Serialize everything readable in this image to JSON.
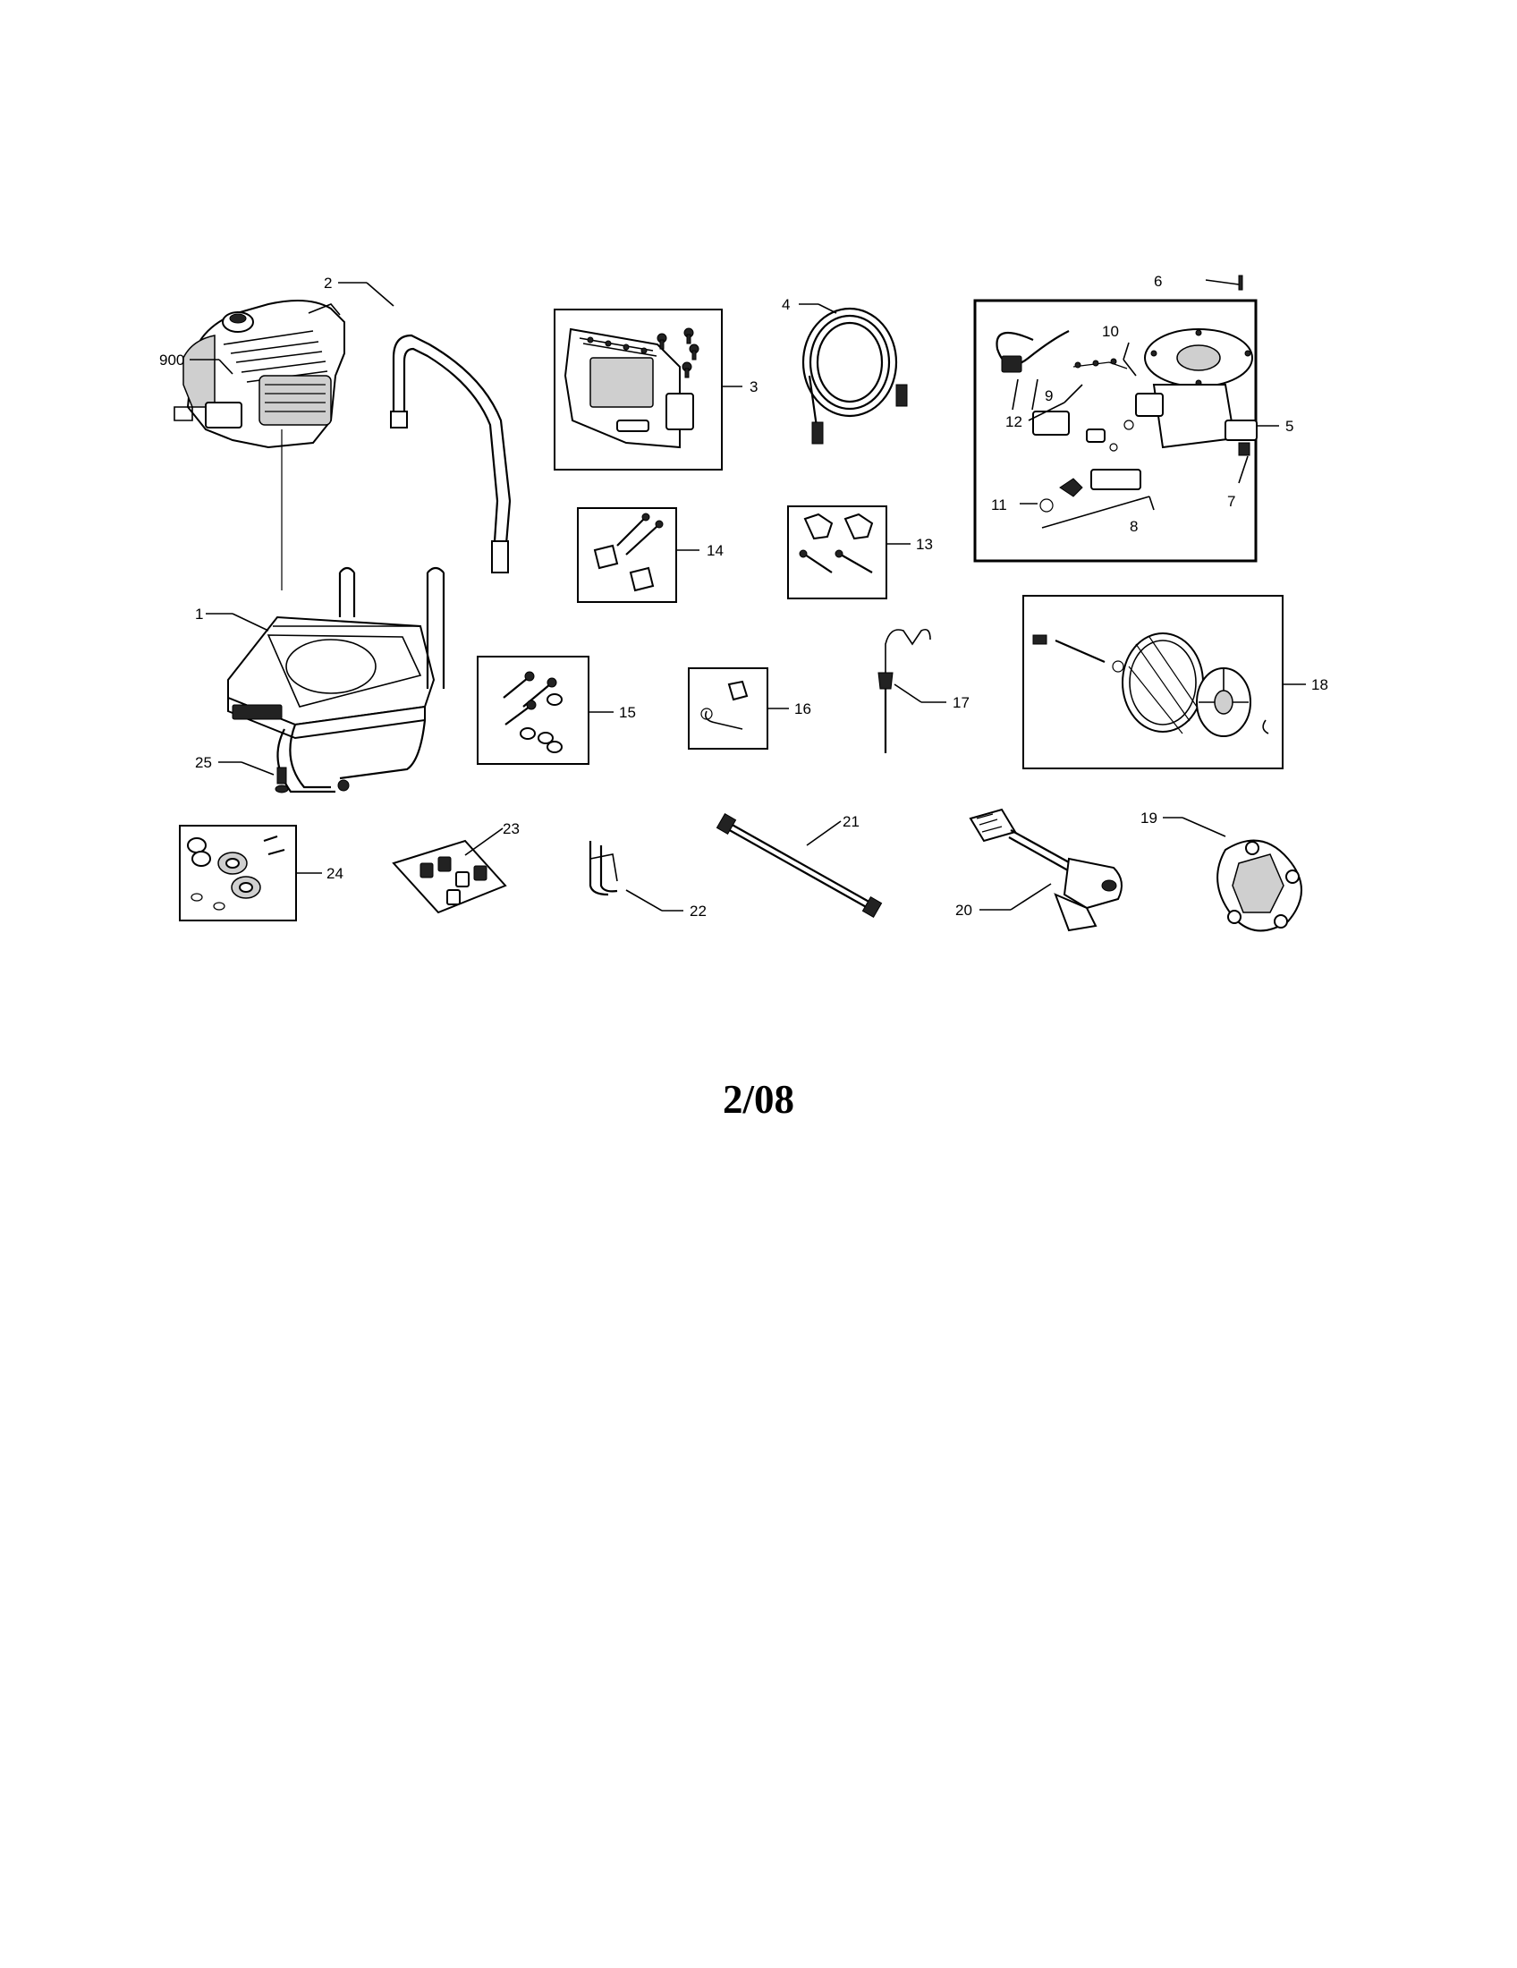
{
  "callouts": {
    "c1": "1",
    "c2": "2",
    "c3": "3",
    "c4": "4",
    "c5": "5",
    "c6": "6",
    "c7": "7",
    "c8": "8",
    "c9": "9",
    "c10": "10",
    "c11": "11",
    "c12": "12",
    "c13": "13",
    "c14": "14",
    "c15": "15",
    "c16": "16",
    "c17": "17",
    "c18": "18",
    "c19": "19",
    "c20": "20",
    "c21": "21",
    "c22": "22",
    "c23": "23",
    "c24": "24",
    "c25": "25",
    "c900": "900"
  },
  "footer": {
    "date_code": "2/08"
  }
}
